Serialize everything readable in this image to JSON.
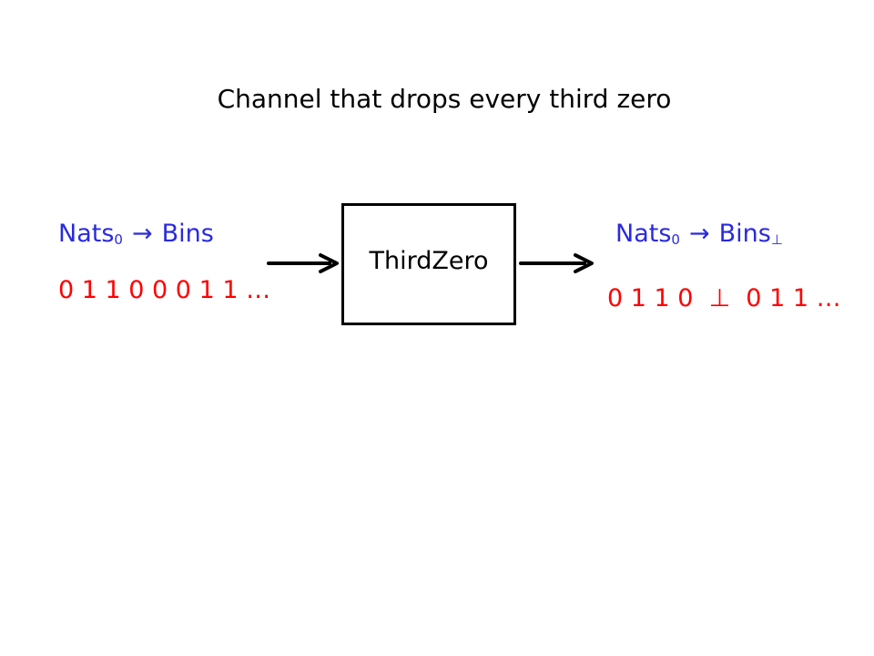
{
  "title": "Channel that drops every third zero",
  "input": {
    "type_label": {
      "name": "Nats",
      "subscript": "0",
      "arrow": "→",
      "target": "Bins",
      "target_subscript": ""
    },
    "sequence": "0 1 1 0 0 0 1 1 …"
  },
  "channel": {
    "label": "ThirdZero"
  },
  "output": {
    "type_label": {
      "name": "Nats",
      "subscript": "0",
      "arrow": "→",
      "target": "Bins",
      "target_subscript": "⊥"
    },
    "sequence": "0 1 1 0  ⊥  0 1 1 …"
  },
  "colors": {
    "type_label": "#2a2adf",
    "sequence": "#ff0000",
    "diagram": "#000000"
  }
}
